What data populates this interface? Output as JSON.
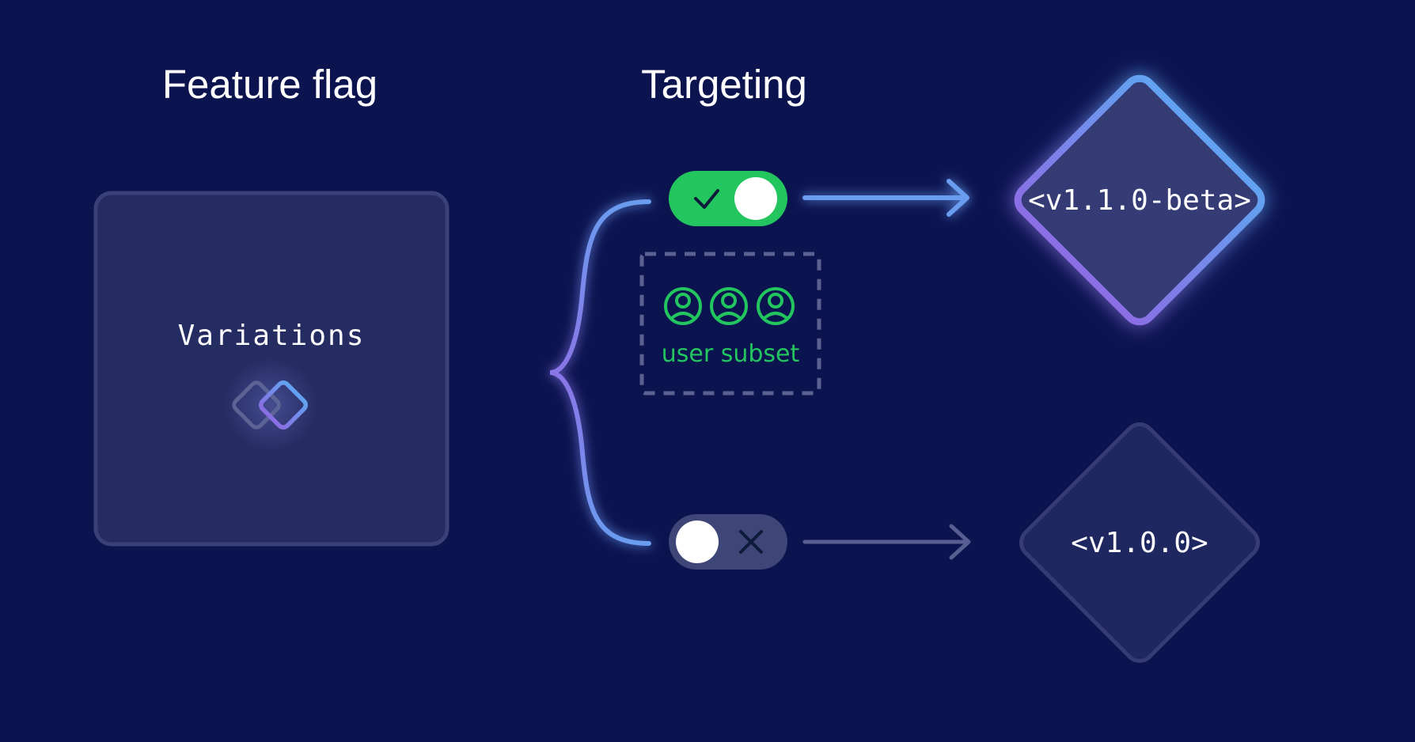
{
  "headings": {
    "feature_flag": "Feature flag",
    "targeting": "Targeting"
  },
  "flag_card": {
    "label": "Variations",
    "icon": "variations-diamonds-icon"
  },
  "targeting": {
    "toggle_on": {
      "state": "on",
      "icon": "check-icon",
      "color": "#22c55e"
    },
    "toggle_off": {
      "state": "off",
      "icon": "x-icon",
      "color": "#3e4577"
    },
    "user_subset": {
      "label": "user subset",
      "user_count": 3,
      "icon": "user-circle-icon",
      "color": "#22c55e"
    }
  },
  "variations": {
    "beta": {
      "label": "<v1.1.0-beta>",
      "highlighted": true
    },
    "stable": {
      "label": "<v1.0.0>",
      "highlighted": false
    }
  },
  "colors": {
    "background": "#0c1450",
    "card": "#252c62",
    "accent_blue": "#6a9cf0",
    "accent_purple": "#8a75e6",
    "muted_arrow": "#575e92"
  }
}
